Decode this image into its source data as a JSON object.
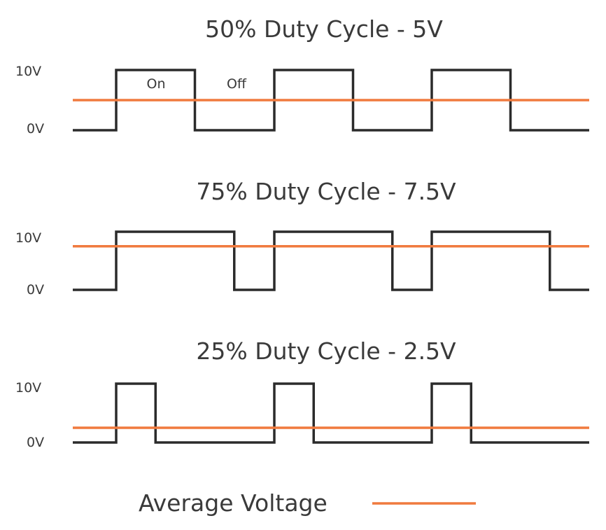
{
  "panels": [
    {
      "title": "50% Duty Cycle - 5V",
      "y_high_label": "10V",
      "y_low_label": "0V",
      "duty_cycle": 0.5,
      "average_voltage": 5,
      "annotations": {
        "on": "On",
        "off": "Off"
      }
    },
    {
      "title": "75% Duty Cycle - 7.5V",
      "y_high_label": "10V",
      "y_low_label": "0V",
      "duty_cycle": 0.75,
      "average_voltage": 7.5
    },
    {
      "title": "25% Duty Cycle - 2.5V",
      "y_high_label": "10V",
      "y_low_label": "0V",
      "duty_cycle": 0.25,
      "average_voltage": 2.5
    }
  ],
  "legend": {
    "label": "Average Voltage"
  },
  "colors": {
    "signal": "#2b2b2b",
    "average": "#f07a3e"
  }
}
